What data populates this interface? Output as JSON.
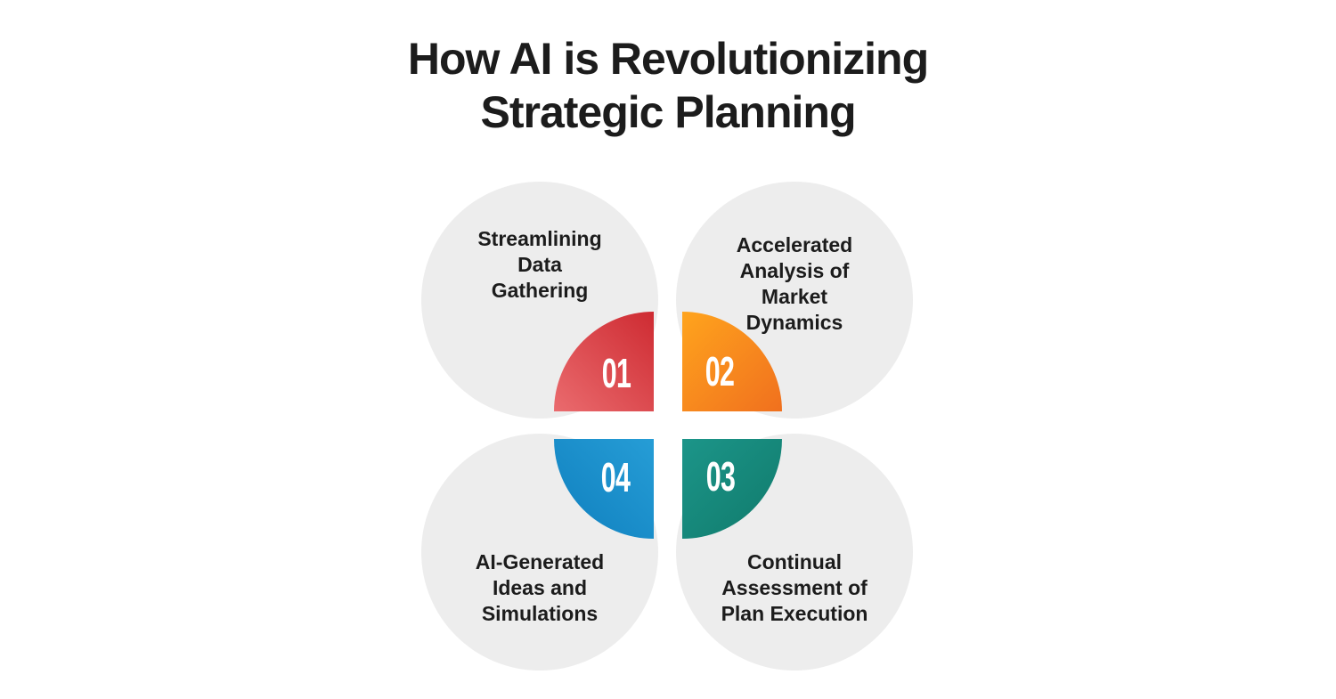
{
  "title": {
    "line1": "How AI is Revolutionizing",
    "line2": "Strategic Planning"
  },
  "colors": {
    "background": "#ffffff",
    "petal_gray": "#ededed",
    "text_dark": "#1c1c1c",
    "number_white": "#ffffff",
    "red_start": "#ea6b6e",
    "red_end": "#ce2b32",
    "orange_start": "#ffa41d",
    "orange_end": "#f0701e",
    "teal_start": "#1c9589",
    "teal_end": "#107a6b",
    "blue_start": "#269dd6",
    "blue_end": "#0f7fbe"
  },
  "quadrants": [
    {
      "number": "01",
      "position": "top-left",
      "accent": "red",
      "label": "Streamlining Data Gathering",
      "lines": [
        "Streamlining",
        "Data",
        "Gathering"
      ]
    },
    {
      "number": "02",
      "position": "top-right",
      "accent": "orange",
      "label": "Accelerated Analysis of Market Dynamics",
      "lines": [
        "Accelerated",
        "Analysis of",
        "Market",
        "Dynamics"
      ]
    },
    {
      "number": "03",
      "position": "bottom-right",
      "accent": "teal",
      "label": "Continual Assessment of Plan Execution",
      "lines": [
        "Continual",
        "Assessment of",
        "Plan Execution"
      ]
    },
    {
      "number": "04",
      "position": "bottom-left",
      "accent": "blue",
      "label": "AI-Generated Ideas and Simulations",
      "lines": [
        "AI-Generated",
        "Ideas and",
        "Simulations"
      ]
    }
  ]
}
